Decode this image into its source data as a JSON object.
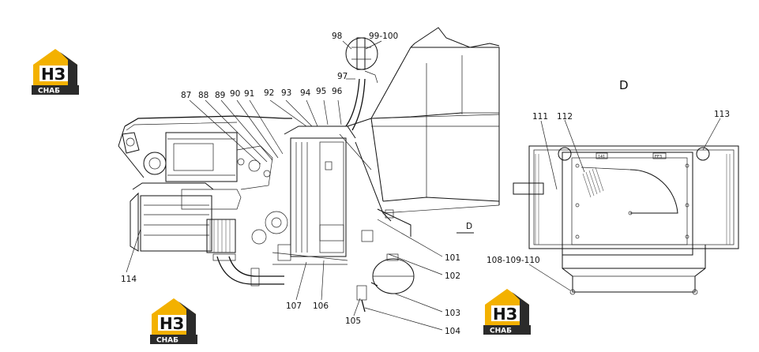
{
  "logo": {
    "main_text": "НЗ",
    "word": "СНАБ",
    "colors": {
      "yellow": "#f3b100",
      "dark": "#2b2b2b"
    }
  },
  "view_label": "D",
  "section_label": "D",
  "callouts": {
    "c87": "87",
    "c88": "88",
    "c89": "89",
    "c90": "90",
    "c91": "91",
    "c92": "92",
    "c93": "93",
    "c94": "94",
    "c95": "95",
    "c96": "96",
    "c97": "97",
    "c98": "98",
    "c99_100": "99-100",
    "c101": "101",
    "c102": "102",
    "c103": "103",
    "c104": "104",
    "c105": "105",
    "c106": "106",
    "c107": "107",
    "c108_110": "108-109-110",
    "c111": "111",
    "c112": "112",
    "c113": "113",
    "c114": "114"
  },
  "plate_text": {
    "left": "141",
    "right": "ЕЕЗ"
  }
}
